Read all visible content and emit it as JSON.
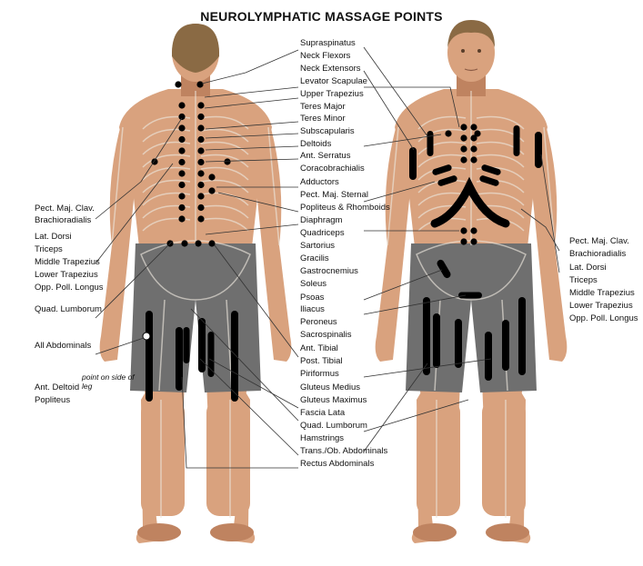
{
  "title": "NEUROLYMPHATIC MASSAGE POINTS",
  "center_labels": [
    "Supraspinatus",
    "Neck Flexors",
    "Neck Extensors",
    "Levator Scapulae",
    "Upper Trapezius",
    "Teres Major",
    "Teres Minor",
    "Subscapularis",
    "Deltoids",
    "Ant. Serratus",
    "Coracobrachialis",
    "Adductors",
    "Pect. Maj. Sternal",
    "Popliteus & Rhomboids",
    "Diaphragm",
    "Quadriceps",
    "Sartorius",
    "Gracilis",
    "Gastrocnemius",
    "Soleus",
    "Psoas",
    "Iliacus",
    "Peroneus",
    "Sacrospinalis",
    "Ant. Tibial",
    "Post. Tibial",
    "Piriformus",
    "Gluteus Medius",
    "Gluteus Maximus",
    "Fascia Lata",
    "Quad. Lumborum",
    "Hamstrings",
    "Trans./Ob. Abdominals",
    "Rectus Abdominals"
  ],
  "left_groups": [
    [
      "Pect. Maj. Clav.",
      "Brachioradialis"
    ],
    [
      "Lat. Dorsi",
      "Triceps",
      "Middle Trapezius",
      "Lower Trapezius",
      "Opp. Poll. Longus"
    ],
    [
      "Quad. Lumborum"
    ],
    [
      "All Abdominals"
    ],
    [
      "Ant. Deltoid",
      "Popliteus"
    ]
  ],
  "right_groups": [
    [
      "Pect. Maj. Clav.",
      "Brachioradialis"
    ],
    [
      "Lat. Dorsi",
      "Triceps",
      "Middle Trapezius",
      "Lower Trapezius",
      "Opp. Poll. Longus"
    ]
  ],
  "side_note": "point on side of leg",
  "colors": {
    "skin": "#d9a27e",
    "skin_shade": "#bf8360",
    "hair": "#8a6a44",
    "shorts": "#6f6f6f",
    "skeleton": "#ece6dc",
    "marker": "#000000",
    "line": "#333333"
  }
}
